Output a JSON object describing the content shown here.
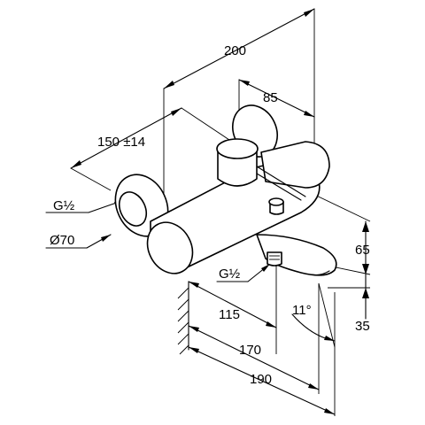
{
  "dimensions": {
    "overall_width": "200",
    "spout_offset": "85",
    "center_distance": "150 ±14",
    "thread_left": "G½",
    "rosette_diameter": "Ø70",
    "height_upper": "65",
    "thread_outlet": "G½",
    "spout_angle": "11°",
    "height_lower": "35",
    "projection_115": "115",
    "projection_170": "170",
    "projection_190": "190"
  }
}
